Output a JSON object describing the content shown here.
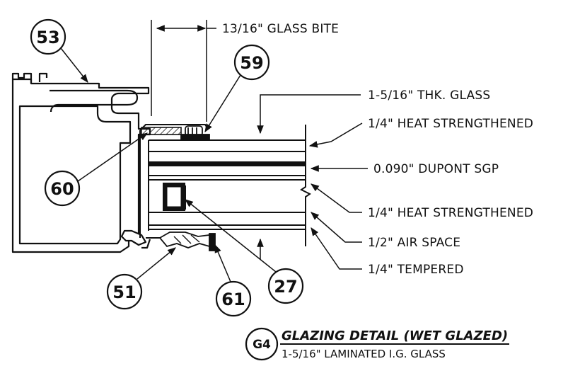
{
  "detail": {
    "tag": "G4",
    "title": "GLAZING DETAIL (WET GLAZED)",
    "subtitle": "1-5/16\" LAMINATED I.G. GLASS"
  },
  "dimension": {
    "label": "13/16\" GLASS BITE"
  },
  "callouts": {
    "c53": "53",
    "c59": "59",
    "c60": "60",
    "c51": "51",
    "c61": "61",
    "c27": "27"
  },
  "notes": {
    "thickness": "1-5/16\" THK. GLASS",
    "outer_lite": "1/4\" HEAT STRENGTHENED",
    "interlayer": "0.090\" DUPONT SGP",
    "inner_lite": "1/4\" HEAT STRENGTHENED",
    "air_space": "1/2\" AIR SPACE",
    "tempered": "1/4\" TEMPERED"
  },
  "colors": {
    "line": "#111111",
    "paper": "#ffffff"
  }
}
